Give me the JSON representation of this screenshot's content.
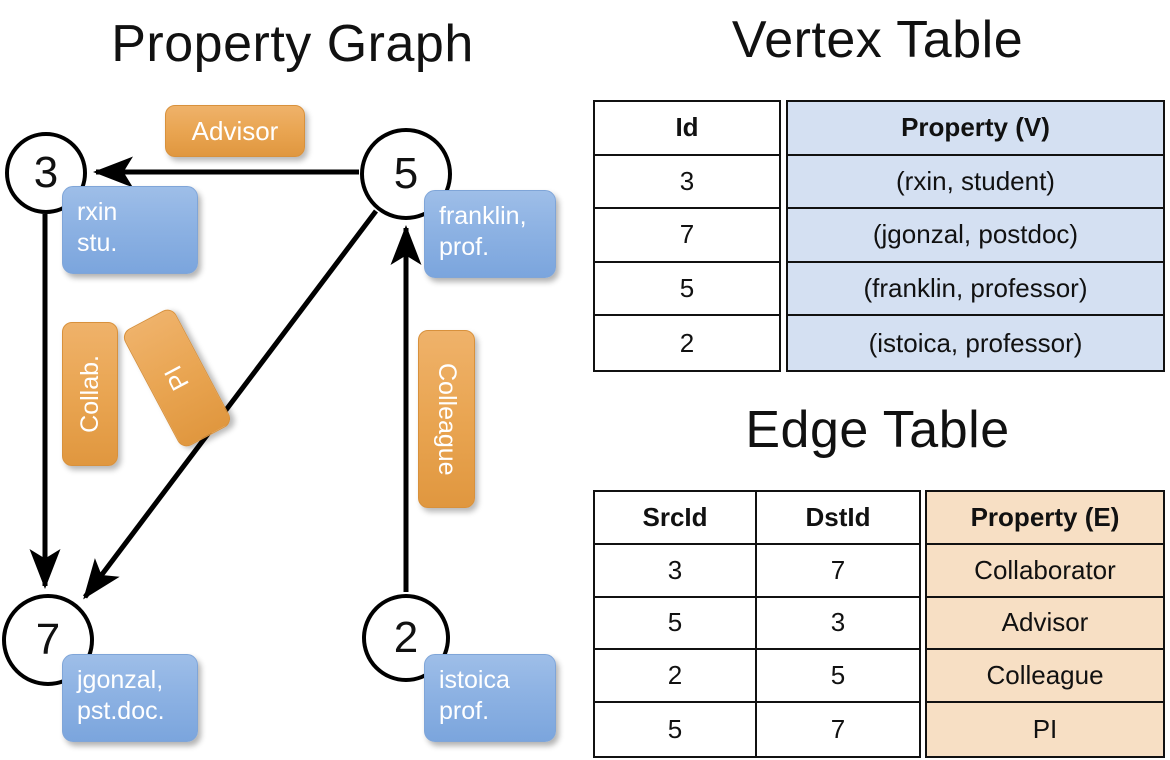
{
  "titles": {
    "property_graph": "Property Graph",
    "vertex_table": "Vertex Table",
    "edge_table": "Edge Table"
  },
  "colors": {
    "vertex_card": "#8db2e3",
    "edge_badge": "#e9a552",
    "vertex_table_shade": "#d4e0f2",
    "edge_table_shade": "#f7dfc4",
    "stroke": "#000000",
    "background": "#ffffff"
  },
  "graph": {
    "nodes": [
      {
        "id": "3",
        "label": "3",
        "property_line1": "rxin",
        "property_line2": "stu."
      },
      {
        "id": "5",
        "label": "5",
        "property_line1": "franklin,",
        "property_line2": "prof."
      },
      {
        "id": "7",
        "label": "7",
        "property_line1": "jgonzal,",
        "property_line2": "pst.doc."
      },
      {
        "id": "2",
        "label": "2",
        "property_line1": "istoica",
        "property_line2": "prof."
      }
    ],
    "edge_labels": [
      {
        "key": "advisor",
        "text": "Advisor",
        "orientation": "horizontal"
      },
      {
        "key": "collab",
        "text": "Collab.",
        "orientation": "vertical"
      },
      {
        "key": "pi",
        "text": "PI",
        "orientation": "rotated"
      },
      {
        "key": "colleague",
        "text": "Colleague",
        "orientation": "vertical"
      }
    ],
    "edges": [
      {
        "src": "5",
        "dst": "3",
        "label": "Advisor"
      },
      {
        "src": "3",
        "dst": "7",
        "label": "Collab."
      },
      {
        "src": "5",
        "dst": "7",
        "label": "PI"
      },
      {
        "src": "2",
        "dst": "5",
        "label": "Colleague"
      }
    ]
  },
  "vertex_table": {
    "headers": {
      "id": "Id",
      "property": "Property (V)"
    },
    "rows": [
      {
        "id": "3",
        "property": "(rxin, student)"
      },
      {
        "id": "7",
        "property": "(jgonzal, postdoc)"
      },
      {
        "id": "5",
        "property": "(franklin, professor)"
      },
      {
        "id": "2",
        "property": "(istoica, professor)"
      }
    ]
  },
  "edge_table": {
    "headers": {
      "src": "SrcId",
      "dst": "DstId",
      "property": "Property (E)"
    },
    "rows": [
      {
        "src": "3",
        "dst": "7",
        "property": "Collaborator"
      },
      {
        "src": "5",
        "dst": "3",
        "property": "Advisor"
      },
      {
        "src": "2",
        "dst": "5",
        "property": "Colleague"
      },
      {
        "src": "5",
        "dst": "7",
        "property": "PI"
      }
    ]
  }
}
